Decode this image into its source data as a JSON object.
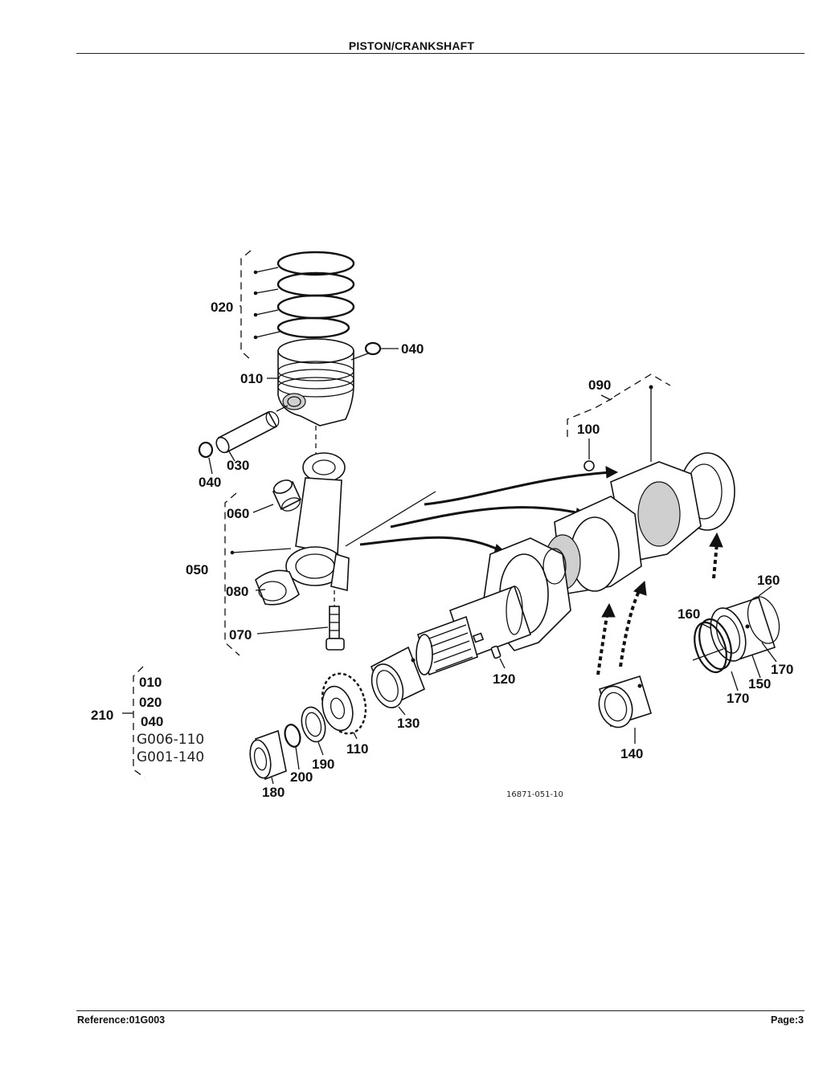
{
  "header": {
    "title": "PISTON/CRANKSHAFT"
  },
  "footer": {
    "reference": "Reference:01G003",
    "page": "Page:3"
  },
  "diagram": {
    "drawing_number": "16871-051-10",
    "callouts": {
      "c010": "010",
      "c020": "020",
      "c030": "030",
      "c040a": "040",
      "c040b": "040",
      "c050": "050",
      "c060": "060",
      "c070": "070",
      "c080": "080",
      "c090": "090",
      "c100": "100",
      "c110": "110",
      "c120": "120",
      "c130": "130",
      "c140": "140",
      "c150": "150",
      "c160a": "160",
      "c160b": "160",
      "c170a": "170",
      "c170b": "170",
      "c180": "180",
      "c190": "190",
      "c200": "200",
      "c210": "210"
    },
    "kit_210": {
      "items": [
        "010",
        "020",
        "040"
      ],
      "refs": [
        "G006-110",
        "G001-140"
      ]
    }
  }
}
